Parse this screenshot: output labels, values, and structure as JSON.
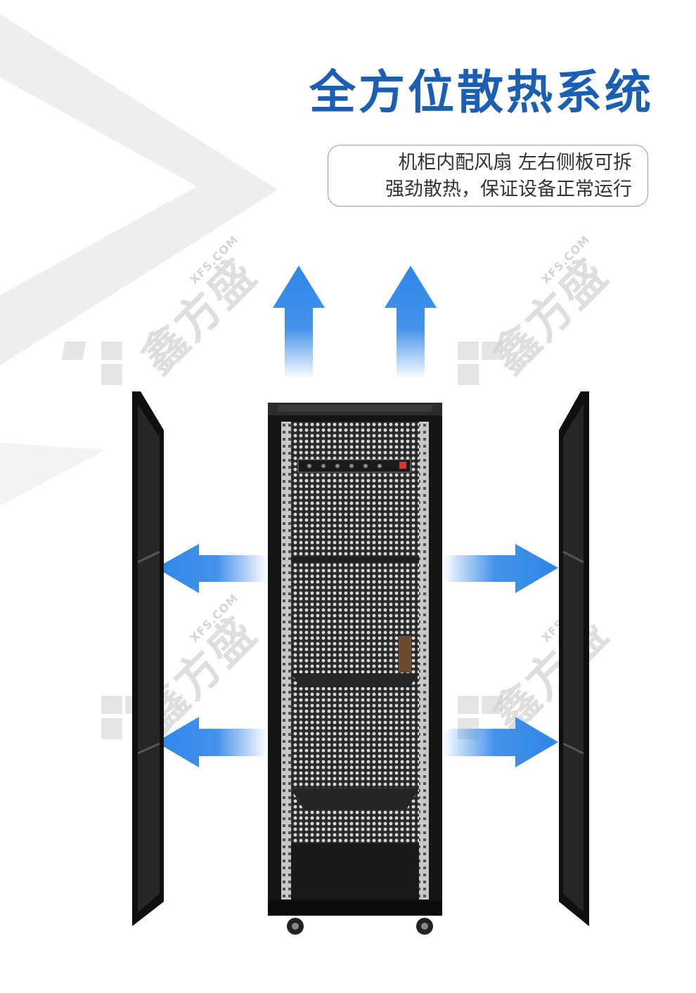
{
  "headline": "全方位散热系统",
  "subtitle": {
    "line1": "机柜内配风扇  左右侧板可拆",
    "line2": "强劲散热，保证设备正常运行"
  },
  "watermark": {
    "brand": "鑫方盛",
    "domain": "XFS.COM"
  },
  "colors": {
    "headline": "#1a5fb4",
    "arrow": "#2f86e8",
    "panel": "#1c1c1c",
    "cabinet": "#151515"
  },
  "icons": [
    "arrow-up-icon",
    "arrow-left-icon",
    "arrow-right-icon",
    "watermark-logo-icon"
  ]
}
